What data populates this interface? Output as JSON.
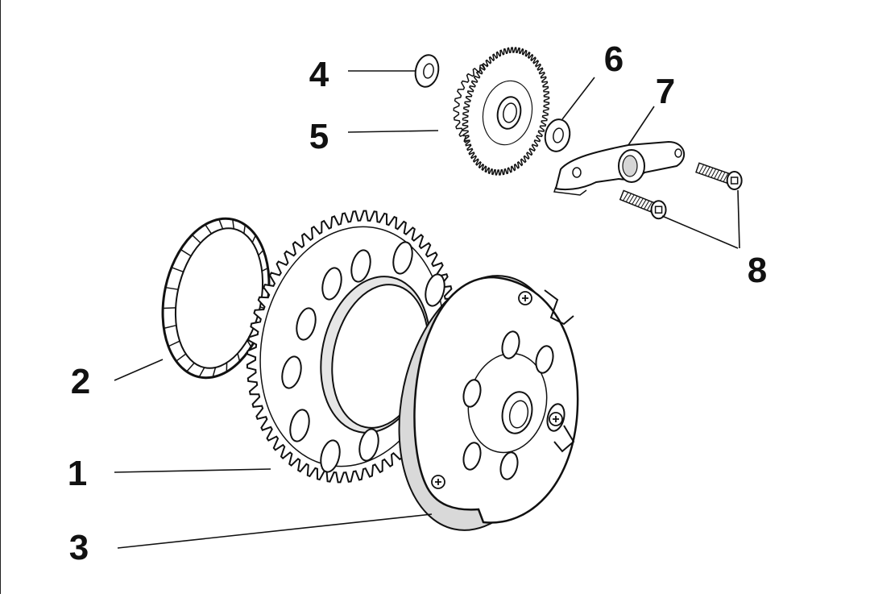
{
  "diagram": {
    "callouts": [
      {
        "id": "c1",
        "label": "1"
      },
      {
        "id": "c2",
        "label": "2"
      },
      {
        "id": "c3",
        "label": "3"
      },
      {
        "id": "c4",
        "label": "4"
      },
      {
        "id": "c5",
        "label": "5"
      },
      {
        "id": "c6",
        "label": "6"
      },
      {
        "id": "c7",
        "label": "7"
      },
      {
        "id": "c8",
        "label": "8"
      }
    ],
    "colors": {
      "ink": "#111111",
      "part_fill": "#ffffff",
      "shade": "#d8d8d8",
      "background": "#ffffff"
    }
  }
}
